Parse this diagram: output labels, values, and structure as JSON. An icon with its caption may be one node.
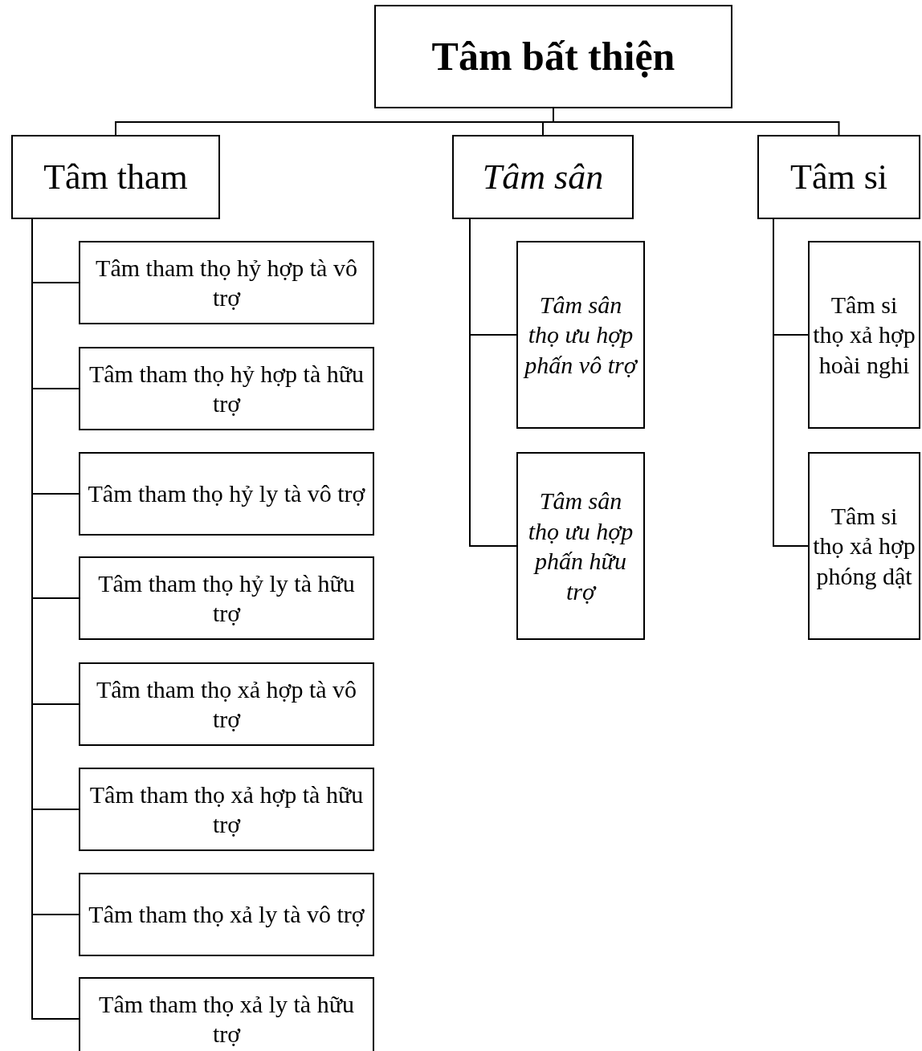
{
  "diagram": {
    "nodes": [
      {
        "text": [
          "Tâm bất thiện"
        ]
      },
      {
        "text": [
          "Tâm tham"
        ]
      },
      {
        "text": [
          "Tâm sân"
        ]
      },
      {
        "text": [
          "Tâm si"
        ]
      },
      {
        "text": [
          "Tâm tham thọ hỷ hợp tà vô trợ"
        ]
      },
      {
        "text": [
          "Tâm tham thọ hỷ hợp tà hữu trợ"
        ]
      },
      {
        "text": [
          "Tâm tham thọ hỷ ly tà vô trợ"
        ]
      },
      {
        "text": [
          "Tâm tham thọ hỷ ly tà hữu trợ"
        ]
      },
      {
        "text": [
          "Tâm tham thọ xả hợp tà vô trợ"
        ]
      },
      {
        "text": [
          "Tâm tham thọ xả hợp tà hữu trợ"
        ]
      },
      {
        "text": [
          "Tâm tham thọ xả ly tà vô trợ"
        ]
      },
      {
        "text": [
          "Tâm tham thọ xả ly tà hữu trợ"
        ]
      },
      {
        "text": [
          "Tâm sân thọ ưu hợp phấn vô trợ"
        ]
      },
      {
        "text": [
          "Tâm sân thọ ưu hợp phấn hữu trợ"
        ]
      },
      {
        "text": [
          "Tâm si thọ xả hợp hoài nghi"
        ]
      },
      {
        "text": [
          "Tâm si thọ xả hợp phóng dật"
        ]
      }
    ],
    "edges": [
      {
        "from": 0,
        "to": 1,
        "arrow": "none"
      },
      {
        "from": 0,
        "to": 2,
        "arrow": "none"
      },
      {
        "from": 0,
        "to": 3,
        "arrow": "none"
      },
      {
        "from": 1,
        "to": 4,
        "arrow": "none"
      },
      {
        "from": 1,
        "to": 5,
        "arrow": "none"
      },
      {
        "from": 1,
        "to": 6,
        "arrow": "none"
      },
      {
        "from": 1,
        "to": 7,
        "arrow": "none"
      },
      {
        "from": 1,
        "to": 8,
        "arrow": "none"
      },
      {
        "from": 1,
        "to": 9,
        "arrow": "none"
      },
      {
        "from": 1,
        "to": 10,
        "arrow": "none"
      },
      {
        "from": 1,
        "to": 11,
        "arrow": "none"
      },
      {
        "from": 2,
        "to": 12,
        "arrow": "none"
      },
      {
        "from": 2,
        "to": 13,
        "arrow": "none"
      },
      {
        "from": 3,
        "to": 14,
        "arrow": "none"
      },
      {
        "from": 3,
        "to": 15,
        "arrow": "none"
      }
    ]
  }
}
